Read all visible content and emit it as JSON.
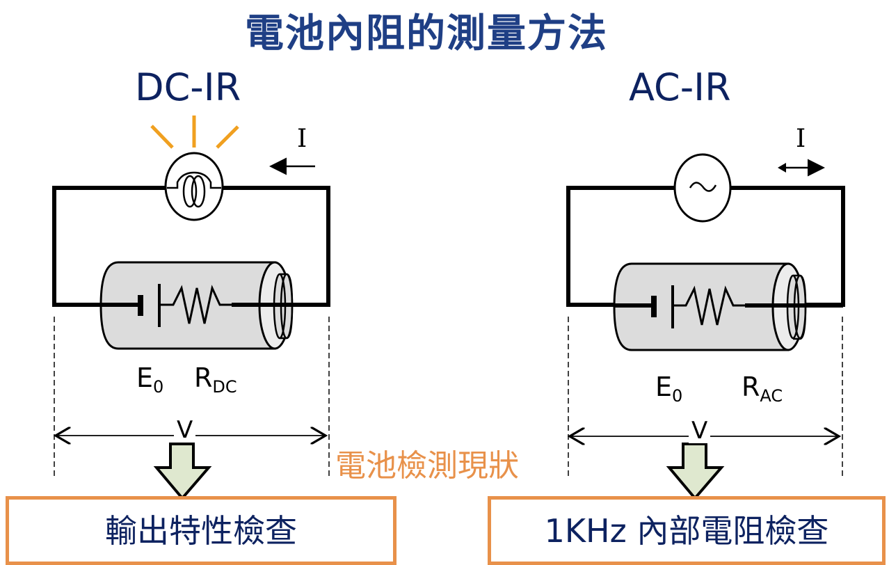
{
  "title": "電池內阻的測量方法",
  "status_label": "電池檢測現狀",
  "colors": {
    "title": "#1f3f85",
    "method_label": "#0d2260",
    "accent_orange": "#e8914a",
    "bulb_rays": "#f0a020",
    "battery_body": "#dcdcdc",
    "arrow_fill": "#dfe8cf"
  },
  "dc_panel": {
    "method": "DC-IR",
    "current_label": "I",
    "current_direction": "left",
    "source_icon": "light-bulb",
    "emf_label": "E",
    "emf_sub": "0",
    "resistance_label": "R",
    "resistance_sub": "DC",
    "voltage_label": "V",
    "result": "輸出特性檢查"
  },
  "ac_panel": {
    "method": "AC-IR",
    "current_label": "I",
    "current_direction": "bidirectional",
    "source_icon": "ac-source",
    "source_symbol": "~",
    "emf_label": "E",
    "emf_sub": "0",
    "resistance_label": "R",
    "resistance_sub": "AC",
    "voltage_label": "V",
    "result": "1KHz 內部電阻檢查"
  }
}
